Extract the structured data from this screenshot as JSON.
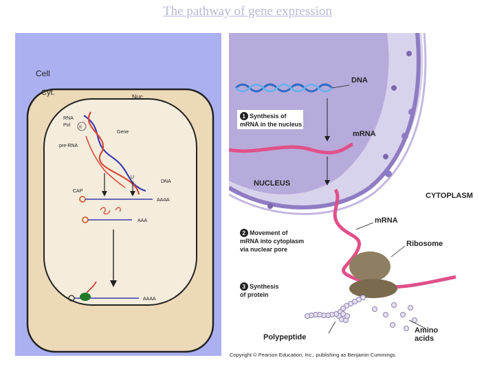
{
  "title": "The pathway of gene expression",
  "left_diagram": {
    "labels": {
      "cell": "Cell",
      "cyt": "Cyt.",
      "nuc": "Nuc",
      "rna": "RNA",
      "pol": "Pol",
      "gene": "Gene",
      "pre_rna": "pre-RNA",
      "cap": "CAP",
      "u": "U",
      "dna": "DNA",
      "aaaa_top": "AAAA",
      "aaa": "AAA",
      "aaaa_bottom": "AAAA",
      "roman_two": "II"
    }
  },
  "right_diagram": {
    "labels": {
      "dna": "DNA",
      "step1_line1": "Synthesis of",
      "step1_line2": "mRNA in the nucleus",
      "mrna_nucleus": "mRNA",
      "nucleus": "NUCLEUS",
      "cytoplasm": "CYTOPLASM",
      "mrna_cyto": "mRNA",
      "step2_line1": "Movement of",
      "step2_line2": "mRNA into cytoplasm",
      "step2_line3": "via nuclear pore",
      "ribosome": "Ribosome",
      "step3_line1": "Synthesis",
      "step3_line2": "of protein",
      "amino_line1": "Amino",
      "amino_line2": "acids",
      "polypeptide": "Polypeptide"
    },
    "step_numbers": [
      "1",
      "2",
      "3"
    ]
  },
  "copyright": "Copyright © Pearson Education, Inc., publishing as Benjamin Cummings."
}
